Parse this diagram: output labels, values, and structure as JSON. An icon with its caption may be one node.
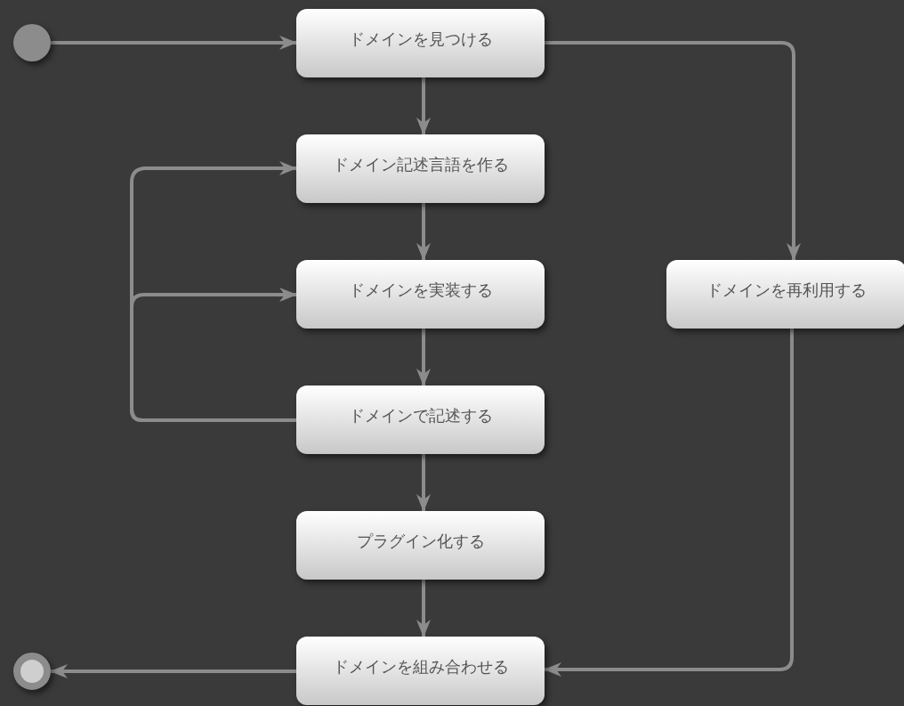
{
  "diagram": {
    "nodes": [
      {
        "text": [],
        "shape": "circle"
      },
      {
        "text": [
          "ドメインを見つける"
        ]
      },
      {
        "text": [
          "ドメイン記述言語を作る"
        ]
      },
      {
        "text": [
          "ドメインを実装する"
        ]
      },
      {
        "text": [
          "ドメインを再利用する"
        ]
      },
      {
        "text": [
          "ドメインで記述する"
        ]
      },
      {
        "text": [
          "プラグイン化する"
        ]
      },
      {
        "text": [
          "ドメインを組み合わせる"
        ]
      },
      {
        "text": [],
        "shape": "circle"
      }
    ],
    "edges": [
      {
        "from": 0,
        "to": 1,
        "arrow": "to"
      },
      {
        "from": 1,
        "to": 2,
        "arrow": "to"
      },
      {
        "from": 1,
        "to": 4,
        "arrow": "to"
      },
      {
        "from": 2,
        "to": 3,
        "arrow": "to"
      },
      {
        "from": 3,
        "to": 5,
        "arrow": "to"
      },
      {
        "from": 5,
        "to": 2,
        "arrow": "to"
      },
      {
        "from": 5,
        "to": 3,
        "arrow": "to"
      },
      {
        "from": 5,
        "to": 6,
        "arrow": "to"
      },
      {
        "from": 6,
        "to": 7,
        "arrow": "to"
      },
      {
        "from": 4,
        "to": 7,
        "arrow": "to"
      },
      {
        "from": 7,
        "to": 8,
        "arrow": "to"
      }
    ]
  }
}
